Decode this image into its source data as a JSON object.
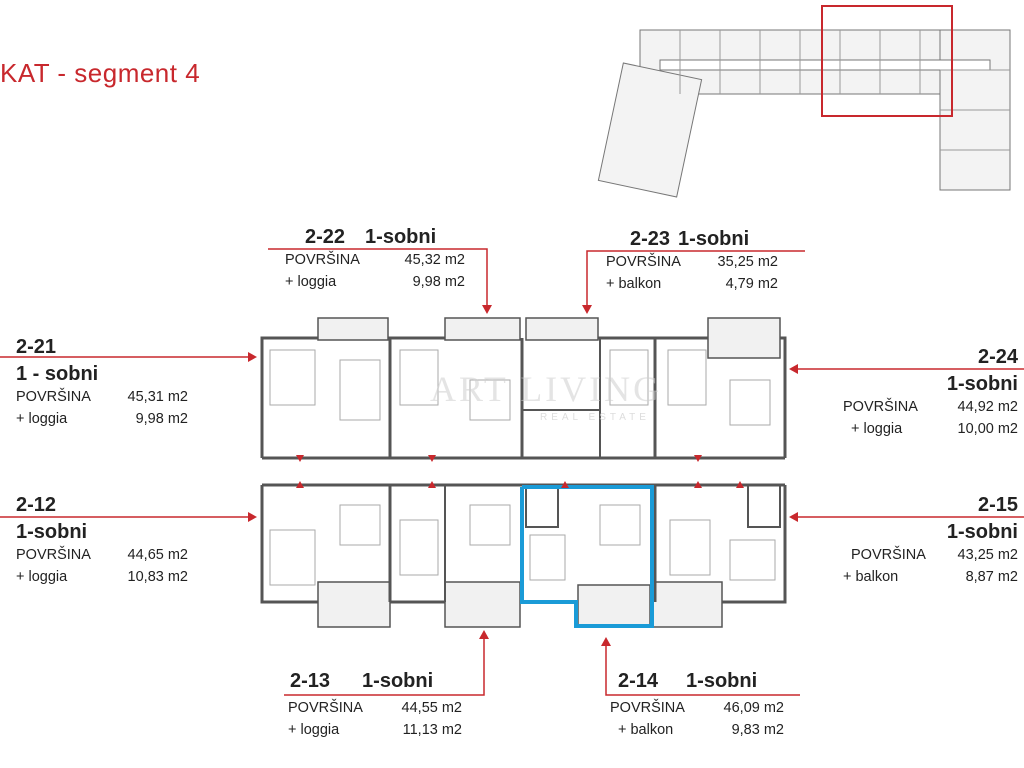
{
  "title": "KAT - segment 4",
  "watermark": {
    "text": "ART LIVING",
    "sub": "REAL ESTATE"
  },
  "colors": {
    "accent": "#c8282d",
    "highlight": "#1a9bd7",
    "walls": "#555555"
  },
  "units": {
    "u2_21": {
      "code": "2-21",
      "type": "1 - sobni",
      "area_label": "POVRŠINA",
      "area": "45,31 m2",
      "extra_label": "+ loggia",
      "extra": "9,98 m2"
    },
    "u2_22": {
      "code": "2-22",
      "type": "1-sobni",
      "area_label": "POVRŠINA",
      "area": "45,32 m2",
      "extra_label": "+ loggia",
      "extra": "9,98 m2"
    },
    "u2_23": {
      "code": "2-23",
      "type": "1-sobni",
      "area_label": "POVRŠINA",
      "area": "35,25 m2",
      "extra_label": "+ balkon",
      "extra": "4,79 m2"
    },
    "u2_24": {
      "code": "2-24",
      "type": "1-sobni",
      "area_label": "POVRŠINA",
      "area": "44,92 m2",
      "extra_label": "+ loggia",
      "extra": "10,00 m2"
    },
    "u2_12": {
      "code": "2-12",
      "type": "1-sobni",
      "area_label": "POVRŠINA",
      "area": "44,65 m2",
      "extra_label": "+ loggia",
      "extra": "10,83 m2"
    },
    "u2_15": {
      "code": "2-15",
      "type": "1-sobni",
      "area_label": "POVRŠINA",
      "area": "43,25 m2",
      "extra_label": "+ balkon",
      "extra": "8,87 m2"
    },
    "u2_13": {
      "code": "2-13",
      "type": "1-sobni",
      "area_label": "POVRŠINA",
      "area": "44,55 m2",
      "extra_label": "+ loggia",
      "extra": "11,13 m2"
    },
    "u2_14": {
      "code": "2-14",
      "type": "1-sobni",
      "area_label": "POVRŠINA",
      "area": "46,09 m2",
      "extra_label": "+ balkon",
      "extra": "9,83 m2"
    }
  }
}
